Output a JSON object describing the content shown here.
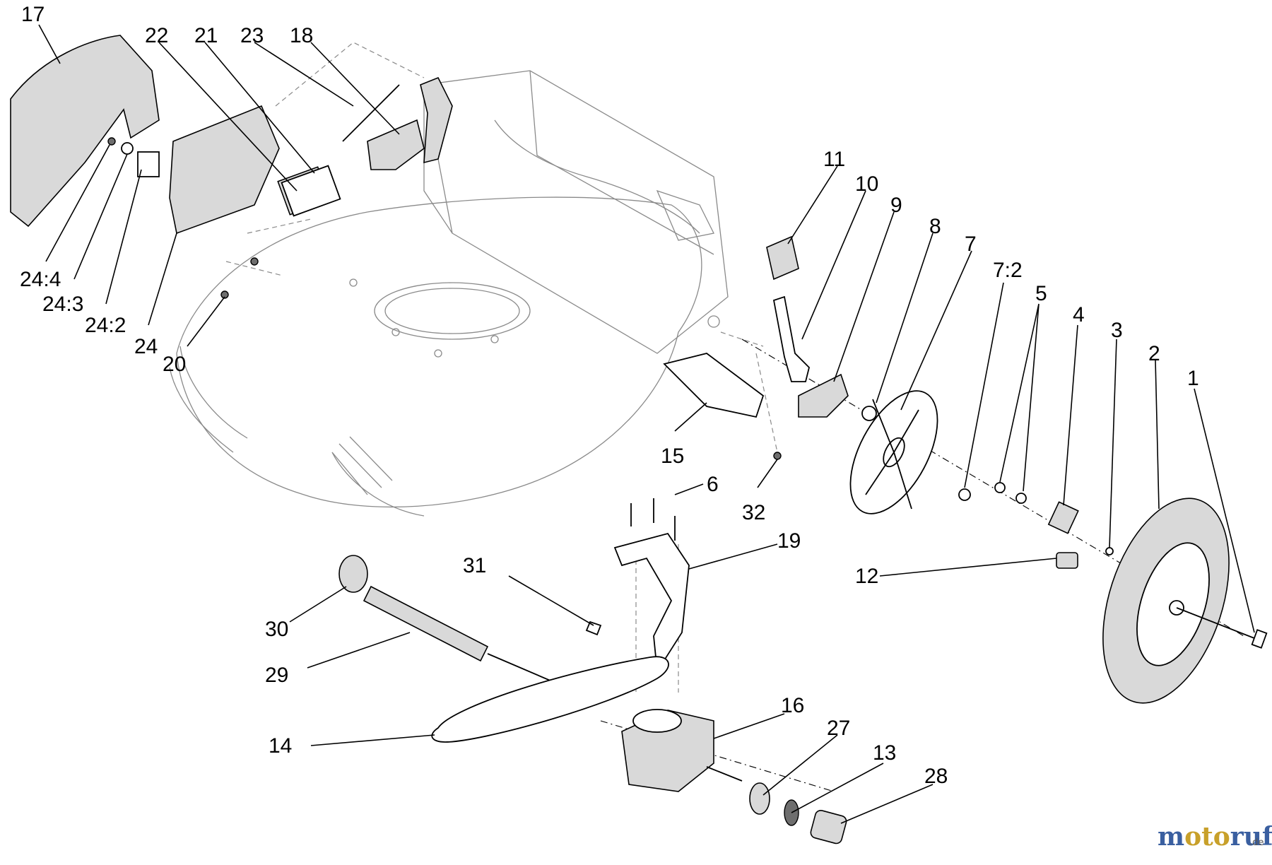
{
  "diagram": {
    "callouts": [
      "17",
      "22",
      "21",
      "23",
      "18",
      "11",
      "10",
      "9",
      "8",
      "7",
      "7:2",
      "5",
      "4",
      "3",
      "2",
      "1",
      "24:4",
      "24:3",
      "24:2",
      "24",
      "20",
      "15",
      "32",
      "6",
      "19",
      "12",
      "31",
      "30",
      "29",
      "14",
      "16",
      "27",
      "13",
      "28"
    ],
    "watermark": {
      "brand": "motoruf",
      "brand_m": "m",
      "brand_o": "oto",
      "brand_r": "ruf",
      "suffix": ".de"
    }
  }
}
